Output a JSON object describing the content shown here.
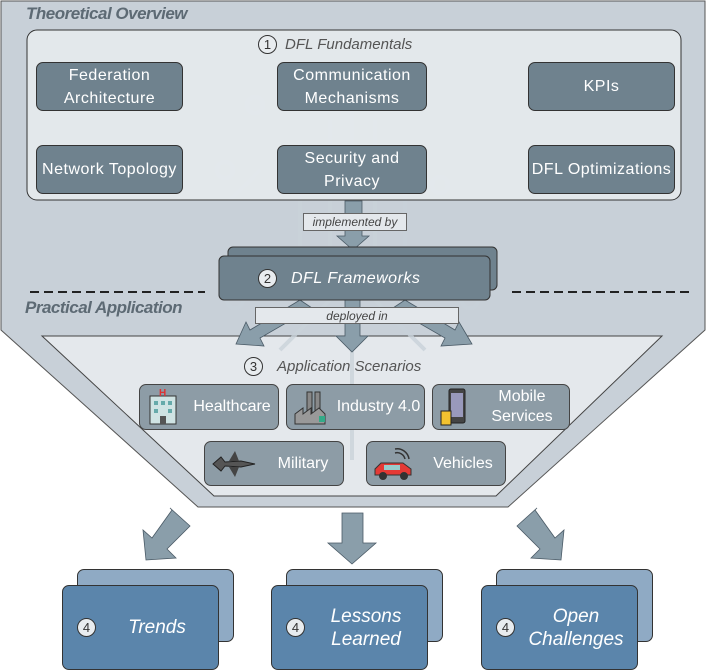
{
  "sections": {
    "theoretical": "Theoretical Overview",
    "practical": "Practical Application"
  },
  "fundamentals": {
    "number": "1",
    "title": "DFL Fundamentals",
    "items": [
      "Federation Architecture",
      "Communication Mechanisms",
      "KPIs",
      "Network Topology",
      "Security and Privacy",
      "DFL Optimizations"
    ]
  },
  "connector1": "implemented by",
  "frameworks": {
    "number": "2",
    "title": "DFL Frameworks"
  },
  "connector2": "deployed in",
  "scenarios": {
    "number": "3",
    "title": "Application Scenarios",
    "items": [
      {
        "label": "Healthcare",
        "icon": "hospital-icon"
      },
      {
        "label": "Industry 4.0",
        "icon": "factory-icon"
      },
      {
        "label": "Mobile Services",
        "icon": "smartphone-icon"
      },
      {
        "label": "Military",
        "icon": "fighter-jet-icon"
      },
      {
        "label": "Vehicles",
        "icon": "connected-car-icon"
      }
    ]
  },
  "outcomes": [
    {
      "number": "4",
      "label": "Trends"
    },
    {
      "number": "4",
      "label": "Lessons Learned"
    },
    {
      "number": "4",
      "label": "Open Challenges"
    }
  ],
  "colors": {
    "outer": "#c8d0d8",
    "panel": "#e4e8ec",
    "fundamental_box": "#6f828e",
    "scenario_box": "#8d9ca6",
    "outcome_front": "#5b85ab",
    "outcome_back": "#8faac4",
    "arrow": "#8a9eaa"
  }
}
